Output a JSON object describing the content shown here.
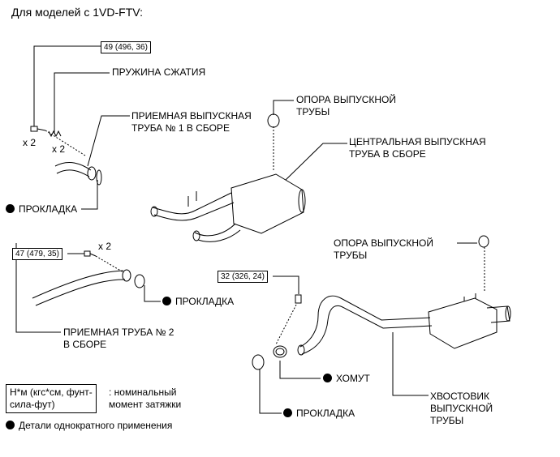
{
  "heading": "Для моделей с 1VD-FTV:",
  "torque": {
    "t1": "49 (496, 36)",
    "t2": "47 (479, 35)",
    "t3": "32 (326, 24)"
  },
  "qty": {
    "a": "x 2",
    "b": "x 2",
    "c": "x 2"
  },
  "labels": {
    "spring": "ПРУЖИНА СЖАТИЯ",
    "front_pipe_1": "ПРИЕМНАЯ ВЫПУСКНАЯ\nТРУБА № 1 В СБОРЕ",
    "gasket_1": "ПРОКЛАДКА",
    "support_1": "ОПОРА ВЫПУСКНОЙ\nТРУБЫ",
    "center_pipe": "ЦЕНТРАЛЬНАЯ ВЫПУСКНАЯ\nТРУБА В СБОРЕ",
    "gasket_2": "ПРОКЛАДКА",
    "front_pipe_2": "ПРИЕМНАЯ ТРУБА № 2\nВ СБОРЕ",
    "support_2": "ОПОРА ВЫПУСКНОЙ\nТРУБЫ",
    "clamp": "ХОМУТ",
    "gasket_3": "ПРОКЛАДКА",
    "tail_pipe": "ХВОСТОВИК\nВЫПУСКНОЙ\nТРУБЫ"
  },
  "legend": {
    "torque_units": "Н*м (кгс*см, фунт-\nсила-фут)",
    "torque_desc": ": номинальный\nмомент затяжки",
    "non_reusable": "Детали однократного применения"
  }
}
